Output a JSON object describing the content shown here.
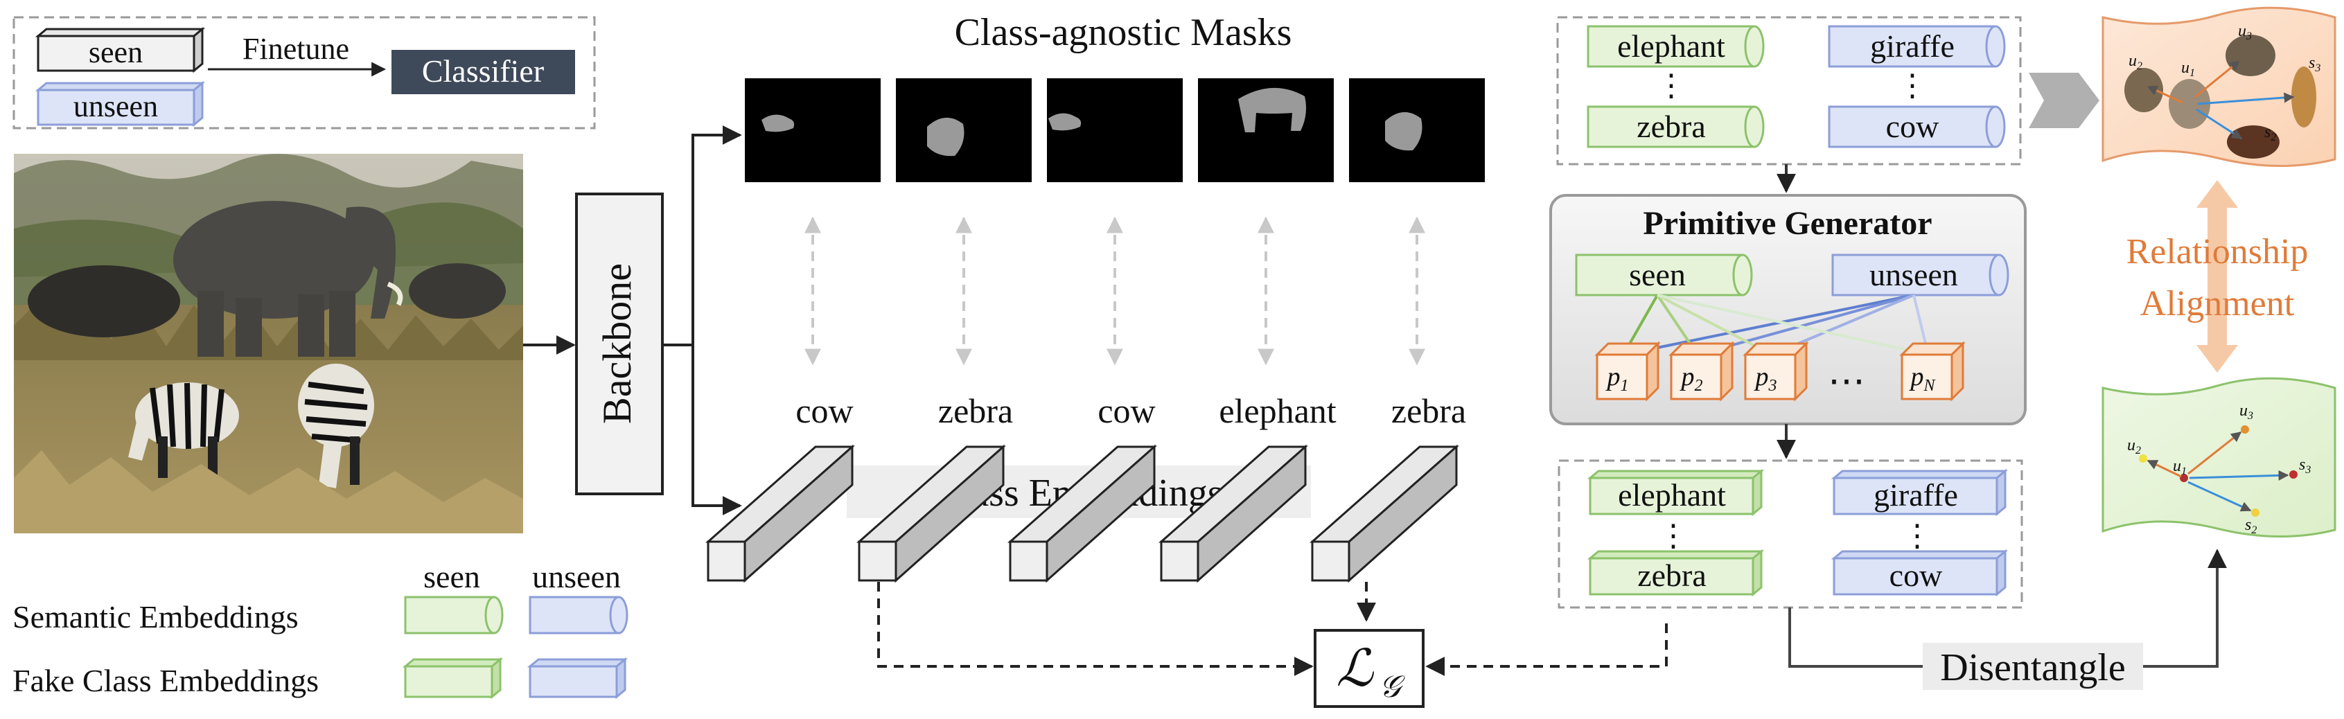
{
  "finetune": {
    "seen_label": "seen",
    "unseen_label": "unseen",
    "finetune_label": "Finetune",
    "classifier_label": "Classifier"
  },
  "backbone": {
    "label": "Backbone"
  },
  "masks": {
    "title": "Class-agnostic Masks",
    "items": [
      {
        "animal": "cow"
      },
      {
        "animal": "zebra"
      },
      {
        "animal": "cow"
      },
      {
        "animal": "elephant"
      },
      {
        "animal": "zebra"
      }
    ]
  },
  "embeddings": {
    "title": "Class Embeddings",
    "labels": [
      "cow",
      "zebra",
      "cow",
      "elephant",
      "zebra"
    ]
  },
  "loss": {
    "symbol": "ℒ",
    "subscript": "𝒢"
  },
  "legend": {
    "seen_header": "seen",
    "unseen_header": "unseen",
    "semantic_label": "Semantic Embeddings",
    "fake_label": "Fake Class Embeddings"
  },
  "semantic_top": {
    "seen": [
      "elephant",
      "⋮",
      "zebra"
    ],
    "unseen": [
      "giraffe",
      "⋮",
      "cow"
    ]
  },
  "generator": {
    "title": "Primitive Generator",
    "seen_label": "seen",
    "unseen_label": "unseen",
    "primitives": [
      "1",
      "2",
      "3",
      "N"
    ],
    "primitive_letter": "p",
    "ellipsis": "⋯"
  },
  "fake_bottom": {
    "seen": [
      "elephant",
      "⋮",
      "zebra"
    ],
    "unseen": [
      "giraffe",
      "⋮",
      "cow"
    ]
  },
  "disentangle": {
    "label": "Disentangle"
  },
  "alignment": {
    "line1": "Relationship",
    "line2": "Alignment",
    "top_nodes": [
      {
        "letter": "u",
        "sub": "2"
      },
      {
        "letter": "u",
        "sub": "1"
      },
      {
        "letter": "u",
        "sub": "3"
      },
      {
        "letter": "s",
        "sub": "3"
      },
      {
        "letter": "s",
        "sub": "2"
      }
    ],
    "bottom_nodes": [
      {
        "letter": "u",
        "sub": "2"
      },
      {
        "letter": "u",
        "sub": "1"
      },
      {
        "letter": "u",
        "sub": "3"
      },
      {
        "letter": "s",
        "sub": "3"
      },
      {
        "letter": "s",
        "sub": "2"
      }
    ]
  },
  "colors": {
    "seen_fill": "#e6f3d9",
    "seen_stroke": "#8cc26b",
    "unseen_fill": "#dde4f7",
    "unseen_stroke": "#8c9ed9",
    "classifier": "#3e4a5a",
    "orange": "#e07b39",
    "orange_light": "#f6c9a6",
    "backbone_fill": "#f2f2f2"
  }
}
